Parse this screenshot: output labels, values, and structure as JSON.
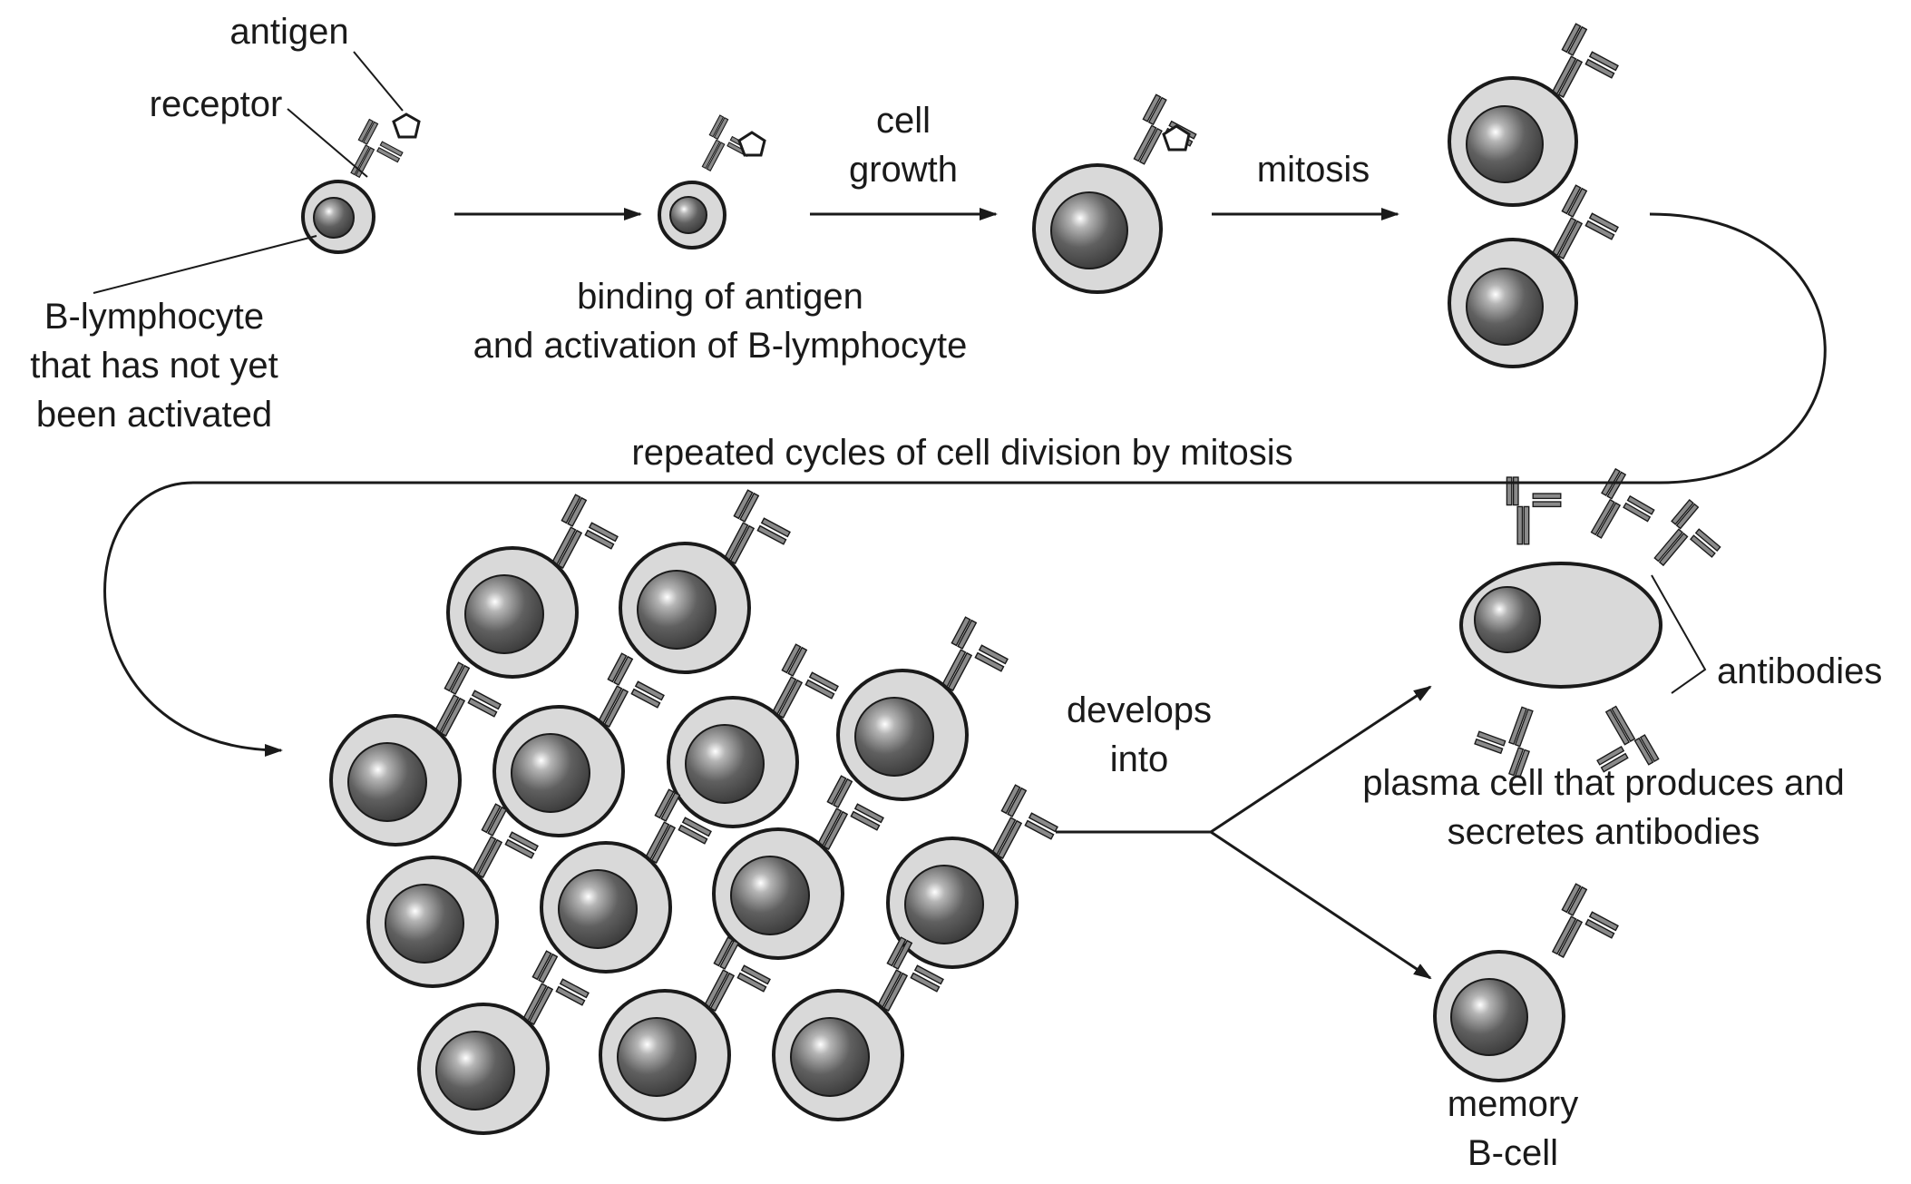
{
  "labels": {
    "antigen": "antigen",
    "receptor": "receptor",
    "naive_line1": "B-lymphocyte",
    "naive_line2": "that has not yet",
    "naive_line3": "been activated",
    "binding_line1": "binding of antigen",
    "binding_line2": "and activation of B-lymphocyte",
    "growth_line1": "cell",
    "growth_line2": "growth",
    "mitosis": "mitosis",
    "repeated": "repeated cycles of cell division by mitosis",
    "develops_line1": "develops",
    "develops_line2": "into",
    "plasma_line1": "plasma cell that produces and",
    "plasma_line2": "secretes antibodies",
    "antibodies": "antibodies",
    "memory_line1": "memory",
    "memory_line2": "B-cell"
  },
  "colors": {
    "cytoplasm": "#d9d9d9",
    "nucleus": "#5a5a5a",
    "outline": "#1a1a1a",
    "receptor": "#7a7a7a"
  }
}
